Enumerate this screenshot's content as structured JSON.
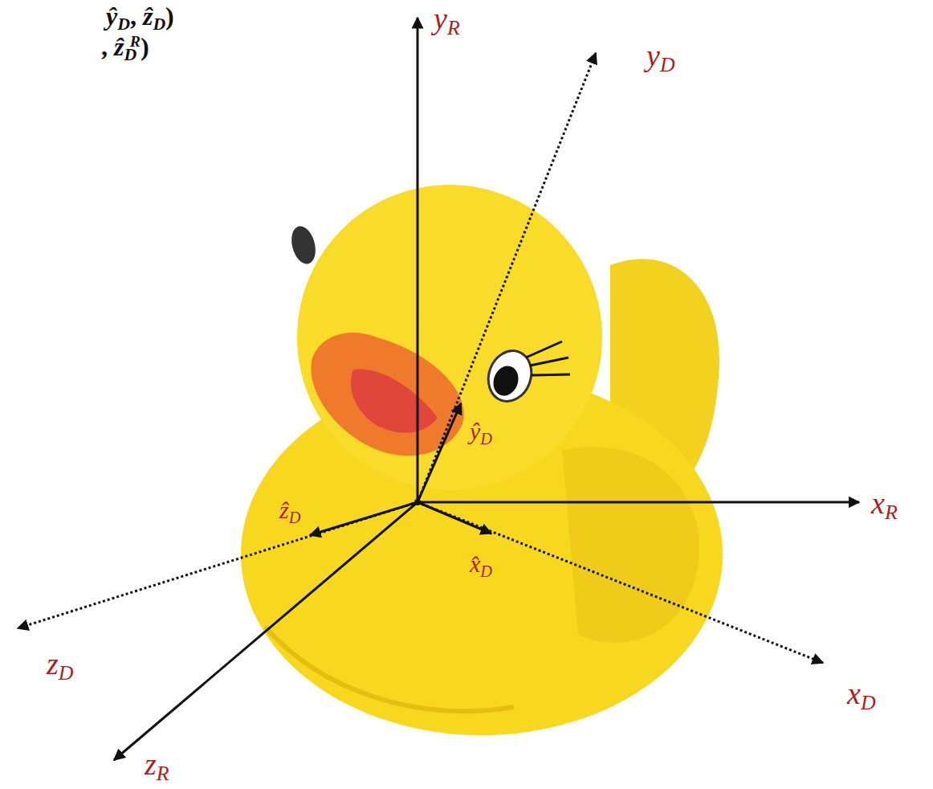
{
  "diagram": {
    "labels": [
      "ŷD, ẑD)",
      ", ẑDR)",
      "yR",
      "yD",
      "ŷD",
      "ẑD",
      "xR",
      "x̂D",
      "zD",
      "xD",
      "zR"
    ]
  }
}
